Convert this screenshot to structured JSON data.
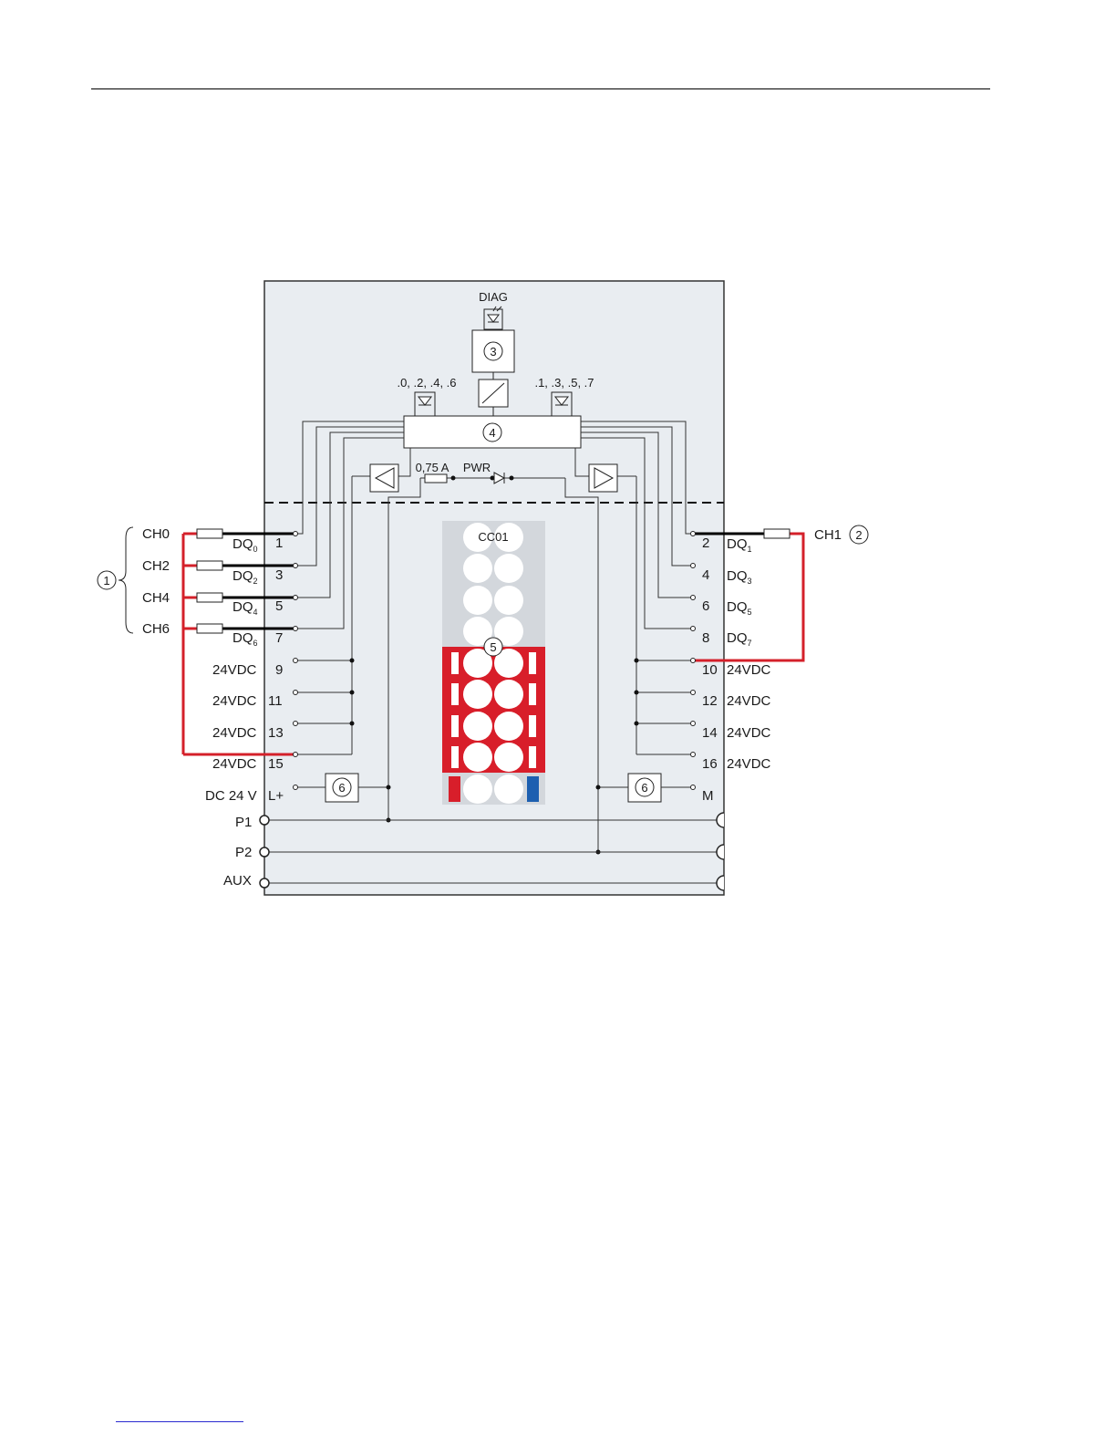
{
  "diagram": {
    "colors": {
      "module_fill": "#e9edf1",
      "wire_black": "#000000",
      "wire_thin": "#333333",
      "wire_red": "#d4202a",
      "plug_red": "#d81e2a",
      "plug_grey": "#d3d7dc",
      "led_blue": "#1d5fb0"
    },
    "labels": {
      "diag": "DIAG",
      "leds_even": ".0, .2, .4, .6",
      "leds_odd": ".1, .3, .5, .7",
      "fuse": "0,75 A",
      "pwr": "PWR",
      "cc": "CC01",
      "ch0": "CH0",
      "ch2": "CH2",
      "ch4": "CH4",
      "ch6": "CH6",
      "ch1": "CH1",
      "dq": "DQ",
      "dq0_sub": "0",
      "dq2_sub": "2",
      "dq4_sub": "4",
      "dq6_sub": "6",
      "dq1_sub": "1",
      "dq3_sub": "3",
      "dq5_sub": "5",
      "dq7_sub": "7",
      "v24": "24VDC",
      "dc24v": "DC 24 V",
      "lplus": "L+",
      "m": "M",
      "p1": "P1",
      "p2": "P2",
      "aux": "AUX"
    },
    "terminals": {
      "t1": "1",
      "t2": "2",
      "t3": "3",
      "t4": "4",
      "t5": "5",
      "t6": "6",
      "t7": "7",
      "t8": "8",
      "t9": "9",
      "t10": "10",
      "t11": "11",
      "t12": "12",
      "t13": "13",
      "t14": "14",
      "t15": "15",
      "t16": "16"
    },
    "callouts": {
      "c1": "1",
      "c2": "2",
      "c3": "3",
      "c4": "4",
      "c5": "5",
      "c6": "6"
    }
  }
}
